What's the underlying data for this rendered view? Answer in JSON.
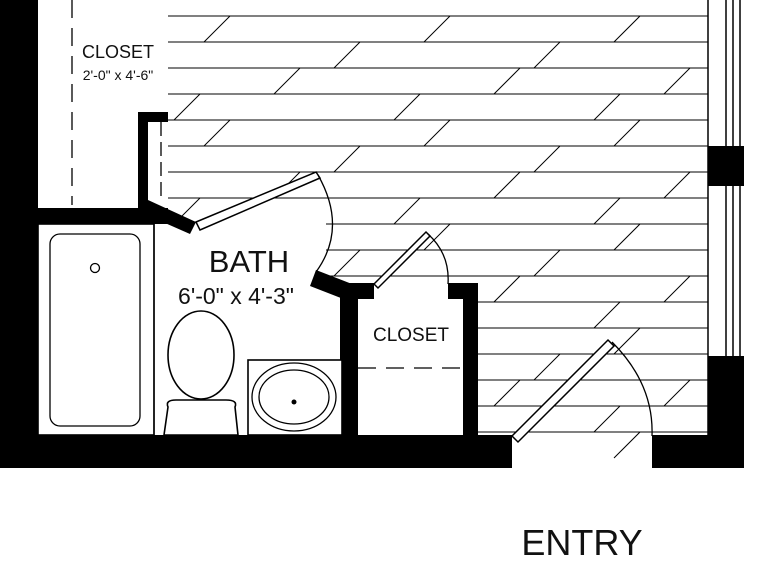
{
  "rooms": {
    "closet_1": {
      "name": "CLOSET",
      "size": "2'-0\" x 4'-6\""
    },
    "bath": {
      "name": "BATH",
      "size": "6'-0\" x 4'-3\""
    },
    "closet_2": {
      "name": "CLOSET"
    },
    "entry": {
      "name": "ENTRY"
    }
  },
  "colors": {
    "walls": "#000000",
    "lines": "#000000",
    "background": "#ffffff"
  }
}
